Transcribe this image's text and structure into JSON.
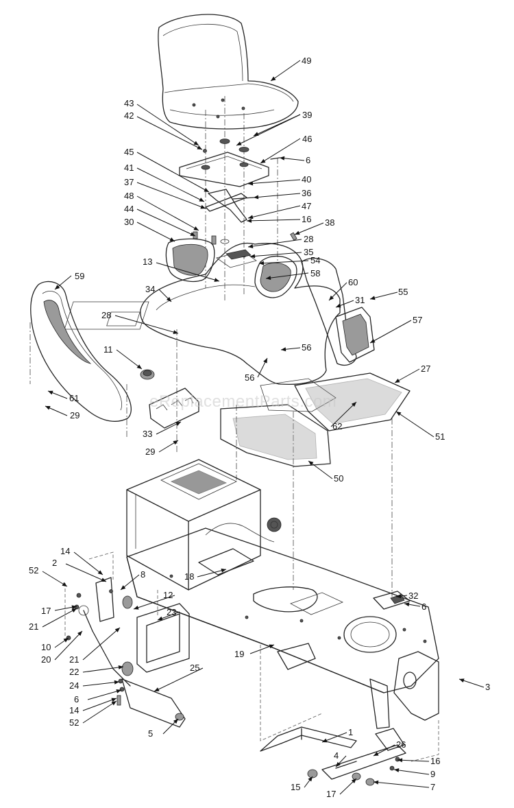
{
  "watermark": "eReplacementParts.com",
  "callouts": [
    {
      "id": "49",
      "label": "49"
    },
    {
      "id": "43",
      "label": "43"
    },
    {
      "id": "42",
      "label": "42"
    },
    {
      "id": "39",
      "label": "39"
    },
    {
      "id": "46",
      "label": "46"
    },
    {
      "id": "45",
      "label": "45"
    },
    {
      "id": "6a",
      "label": "6"
    },
    {
      "id": "41",
      "label": "41"
    },
    {
      "id": "40",
      "label": "40"
    },
    {
      "id": "37",
      "label": "37"
    },
    {
      "id": "36",
      "label": "36"
    },
    {
      "id": "48",
      "label": "48"
    },
    {
      "id": "47",
      "label": "47"
    },
    {
      "id": "44",
      "label": "44"
    },
    {
      "id": "16a",
      "label": "16"
    },
    {
      "id": "38",
      "label": "38"
    },
    {
      "id": "30",
      "label": "30"
    },
    {
      "id": "28a",
      "label": "28"
    },
    {
      "id": "35",
      "label": "35"
    },
    {
      "id": "54",
      "label": "54"
    },
    {
      "id": "13",
      "label": "13"
    },
    {
      "id": "58",
      "label": "58"
    },
    {
      "id": "59",
      "label": "59"
    },
    {
      "id": "34",
      "label": "34"
    },
    {
      "id": "60",
      "label": "60"
    },
    {
      "id": "55",
      "label": "55"
    },
    {
      "id": "31",
      "label": "31"
    },
    {
      "id": "57",
      "label": "57"
    },
    {
      "id": "28b",
      "label": "28"
    },
    {
      "id": "56a",
      "label": "56"
    },
    {
      "id": "11",
      "label": "11"
    },
    {
      "id": "56b",
      "label": "56"
    },
    {
      "id": "27",
      "label": "27"
    },
    {
      "id": "61",
      "label": "61"
    },
    {
      "id": "29a",
      "label": "29"
    },
    {
      "id": "33",
      "label": "33"
    },
    {
      "id": "62",
      "label": "62"
    },
    {
      "id": "51",
      "label": "51"
    },
    {
      "id": "29b",
      "label": "29"
    },
    {
      "id": "50",
      "label": "50"
    },
    {
      "id": "14a",
      "label": "14"
    },
    {
      "id": "2",
      "label": "2"
    },
    {
      "id": "8",
      "label": "8"
    },
    {
      "id": "52a",
      "label": "52"
    },
    {
      "id": "18",
      "label": "18"
    },
    {
      "id": "12",
      "label": "12"
    },
    {
      "id": "17a",
      "label": "17"
    },
    {
      "id": "32",
      "label": "32"
    },
    {
      "id": "6b",
      "label": "6"
    },
    {
      "id": "23",
      "label": "23"
    },
    {
      "id": "21a",
      "label": "21"
    },
    {
      "id": "10",
      "label": "10"
    },
    {
      "id": "20",
      "label": "20"
    },
    {
      "id": "19",
      "label": "19"
    },
    {
      "id": "21b",
      "label": "21"
    },
    {
      "id": "22",
      "label": "22"
    },
    {
      "id": "25",
      "label": "25"
    },
    {
      "id": "3",
      "label": "3"
    },
    {
      "id": "24",
      "label": "24"
    },
    {
      "id": "6c",
      "label": "6"
    },
    {
      "id": "14b",
      "label": "14"
    },
    {
      "id": "52b",
      "label": "52"
    },
    {
      "id": "1",
      "label": "1"
    },
    {
      "id": "5",
      "label": "5"
    },
    {
      "id": "26",
      "label": "26"
    },
    {
      "id": "16b",
      "label": "16"
    },
    {
      "id": "4",
      "label": "4"
    },
    {
      "id": "9",
      "label": "9"
    },
    {
      "id": "7",
      "label": "7"
    },
    {
      "id": "15",
      "label": "15"
    },
    {
      "id": "17b",
      "label": "17"
    }
  ]
}
